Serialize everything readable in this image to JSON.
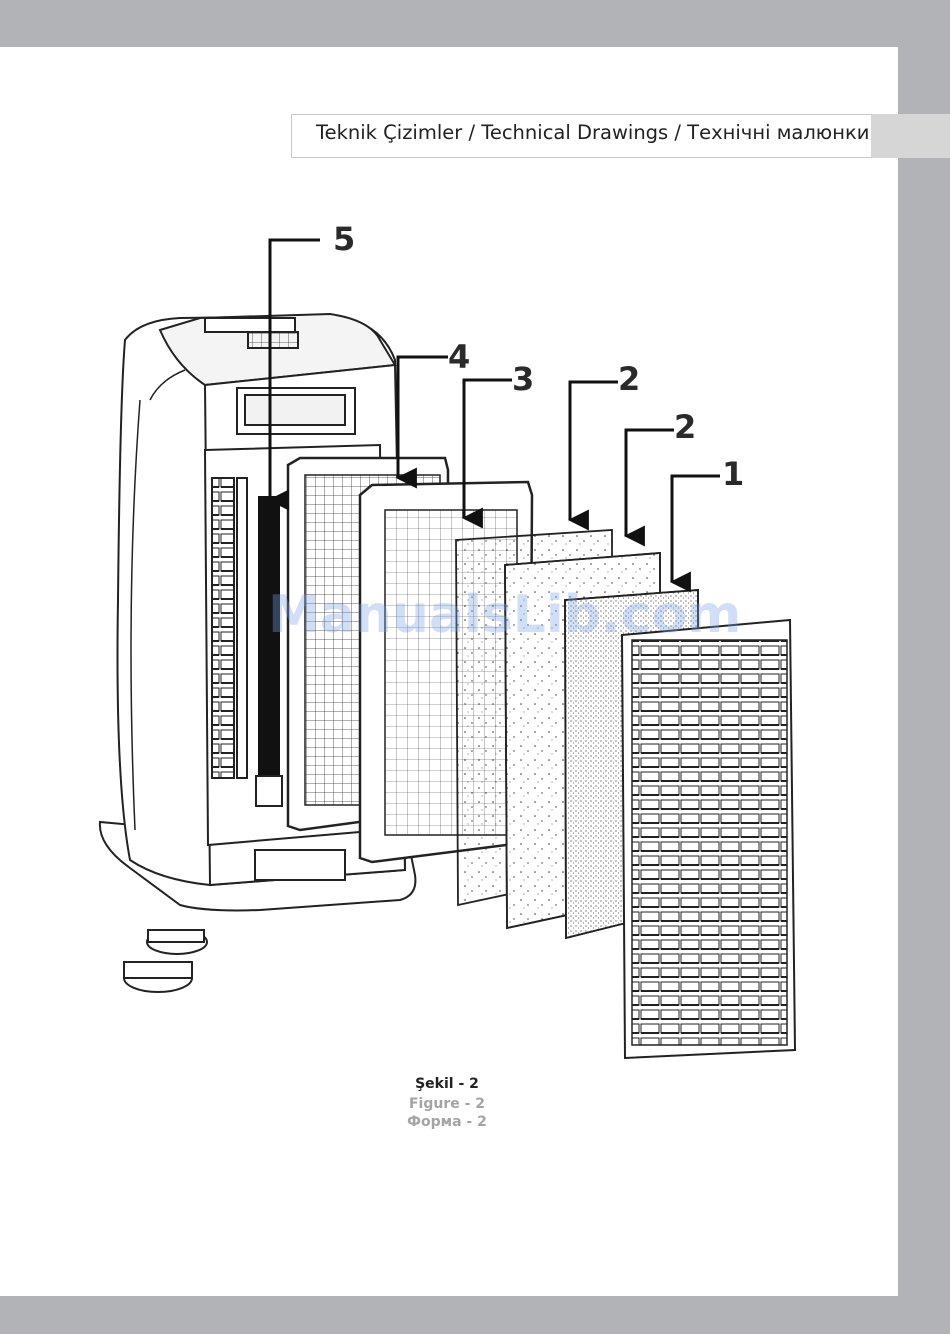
{
  "header": {
    "title": "Teknik Çizimler / Technical Drawings / Технічні малюнки"
  },
  "callouts": {
    "c1": "1",
    "c2a": "2",
    "c2b": "2",
    "c3": "3",
    "c4": "4",
    "c5": "5"
  },
  "captions": {
    "tr": "Şekil - 2",
    "en": "Figure - 2",
    "uk": "Форма - 2"
  },
  "watermark": "ManualsLib.com",
  "colors": {
    "margin_gray": "#b1b3b6",
    "caption_gray": "#a4a4a4",
    "line": "#222222"
  }
}
